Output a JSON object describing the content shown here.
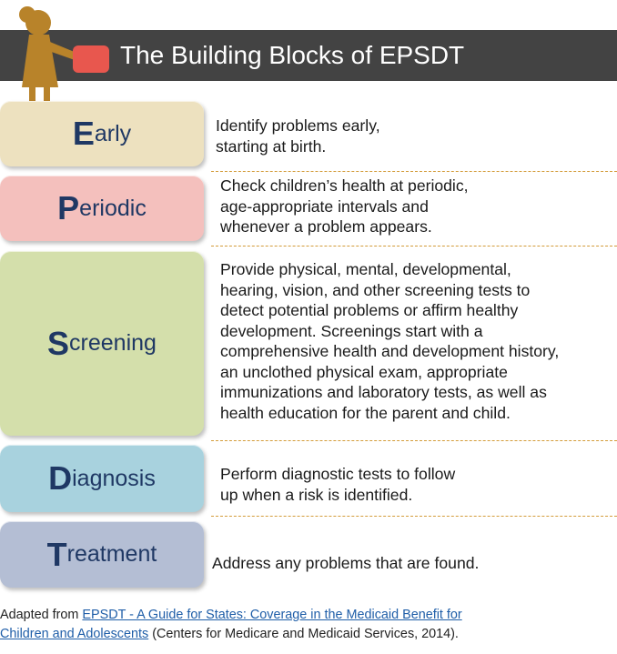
{
  "title": "The Building Blocks of EPSDT",
  "colors": {
    "header_bg": "#434343",
    "label_text": "#1f3864",
    "separator": "#d39c3a",
    "link": "#1f5ea8",
    "early": "#ede1bf",
    "periodic": "#f4c0bd",
    "screening": "#d4dfab",
    "diagnosis": "#a8d2de",
    "treatment": "#b4bed4"
  },
  "blocks": [
    {
      "id": "early",
      "initial": "E",
      "rest": "arly",
      "lines": [
        "Identify problems early,",
        "starting at birth."
      ]
    },
    {
      "id": "periodic",
      "initial": "P",
      "rest": "eriodic",
      "lines": [
        "Check children’s health at periodic,",
        "age-appropriate intervals and",
        "whenever a problem appears."
      ]
    },
    {
      "id": "screening",
      "initial": "S",
      "rest": "creening",
      "lines": [
        "Provide physical, mental, developmental,",
        "hearing, vision, and other screening tests to",
        "detect potential problems or affirm healthy",
        "development. Screenings start with a",
        "comprehensive health and development history,",
        "an unclothed physical exam, appropriate",
        "immunizations and laboratory tests, as well as",
        "health education for the parent and child."
      ]
    },
    {
      "id": "diagnosis",
      "initial": "D",
      "rest": "iagnosis",
      "lines": [
        "Perform diagnostic tests to follow",
        "up when a risk is identified."
      ]
    },
    {
      "id": "treatment",
      "initial": "T",
      "rest": "reatment",
      "lines": [
        "Address any problems that are found."
      ]
    }
  ],
  "source": {
    "prefix": "Adapted from ",
    "link_line1": "EPSDT - A Guide for States: Coverage in the Medicaid Benefit for",
    "link_line2": "Children and Adolescents",
    "suffix": " (Centers for Medicare and Medicaid Services, 2014)."
  }
}
